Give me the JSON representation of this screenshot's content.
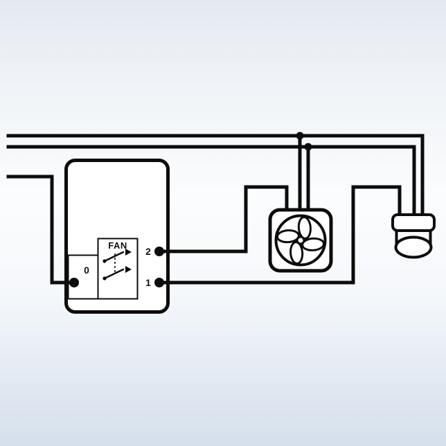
{
  "switch_unit": {
    "fan_label": "FAN",
    "common_terminal_label": "0",
    "terminal_2_label": "2",
    "terminal_1_label": "1"
  },
  "icons": {
    "fan": "fan-blades-icon",
    "light": "downlight-icon",
    "switch_contacts": "double-switch-contact-icon"
  },
  "colors": {
    "wire": "#0c0c0c",
    "device_fill": "#ffffff",
    "background_top": "#e3e9f0",
    "background_middle": "#fbfcfd",
    "background_bottom": "#d5dfeb"
  }
}
